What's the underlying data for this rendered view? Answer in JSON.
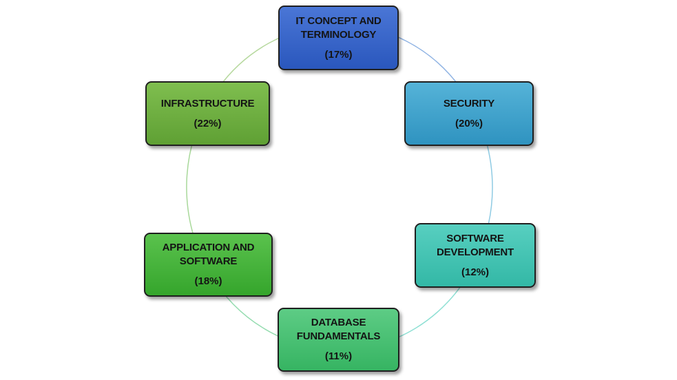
{
  "diagram": {
    "type": "cycle",
    "nodes": [
      {
        "id": "it",
        "name": "IT CONCEPT AND TERMINOLOGY",
        "percent": "(17%)",
        "color": "#3966cc"
      },
      {
        "id": "security",
        "name": "SECURITY",
        "percent": "(20%)",
        "color": "#3fa3cc"
      },
      {
        "id": "software",
        "name": "SOFTWARE DEVELOPMENT",
        "percent": "(12%)",
        "color": "#45c4b3"
      },
      {
        "id": "database",
        "name": "DATABASE FUNDAMENTALS",
        "percent": "(11%)",
        "color": "#49c074"
      },
      {
        "id": "application",
        "name": "APPLICATION AND SOFTWARE",
        "percent": "(18%)",
        "color": "#47b43c"
      },
      {
        "id": "infrastructure",
        "name": "INFRASTRUCTURE",
        "percent": "(22%)",
        "color": "#6faf42"
      }
    ],
    "connector_colors": [
      "#8fb3e3",
      "#8fcbe3",
      "#8fe0d4",
      "#95dcb0",
      "#a8d89a",
      "#b7d99f"
    ]
  }
}
